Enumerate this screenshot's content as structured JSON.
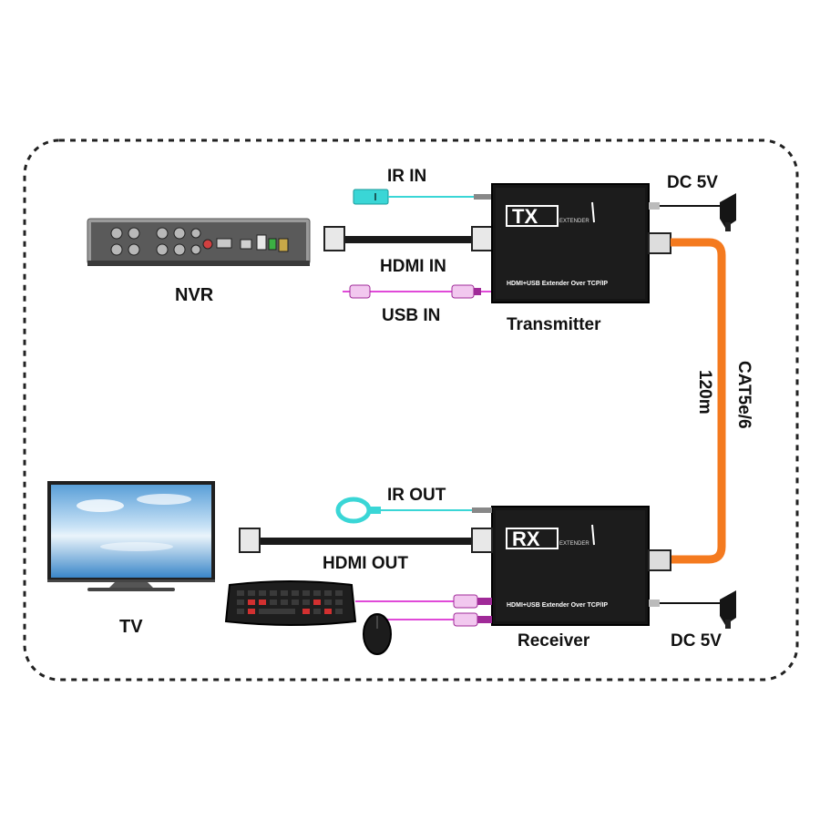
{
  "devices": {
    "nvr": {
      "label": "NVR"
    },
    "tv": {
      "label": "TV"
    },
    "transmitter": {
      "label": "Transmitter",
      "badge": "TX",
      "badge_sub": "EXTENDER",
      "model_text": "HDMI+USB Extender Over TCP/IP"
    },
    "receiver": {
      "label": "Receiver",
      "badge": "RX",
      "badge_sub": "EXTENDER",
      "model_text": "HDMI+USB Extender Over TCP/IP"
    }
  },
  "ports": {
    "ir_in": "IR IN",
    "hdmi_in": "HDMI IN",
    "usb_in": "USB IN",
    "ir_out": "IR OUT",
    "hdmi_out": "HDMI OUT",
    "dc_tx": "DC 5V",
    "dc_rx": "DC 5V"
  },
  "link": {
    "cable": "CAT5e/6",
    "distance": "120m"
  },
  "colors": {
    "cat_cable": "#f47a1f",
    "usb_cable": "#e04ad8",
    "ir_cable": "#3ad6d6",
    "hdmi_cable": "#1a1a1a",
    "unit_body": "#151515",
    "frame": "#222222"
  }
}
